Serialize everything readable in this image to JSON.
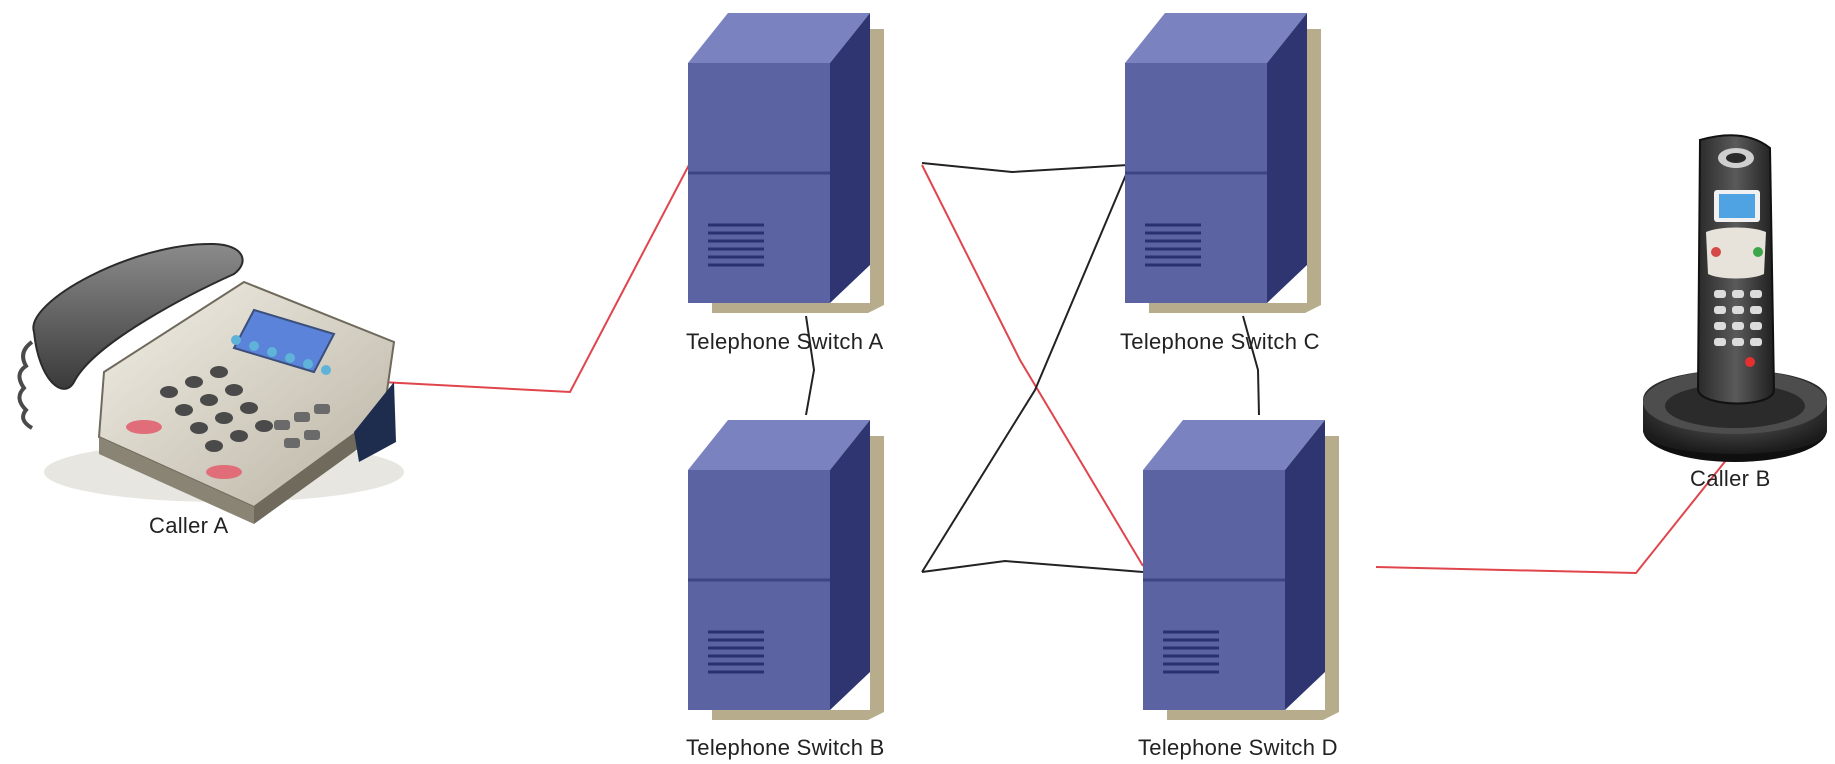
{
  "diagram": {
    "nodes": {
      "caller_a": {
        "label": "Caller A",
        "kind": "desk-phone"
      },
      "caller_b": {
        "label": "Caller B",
        "kind": "cordless-phone"
      },
      "switch_a": {
        "label": "Telephone Switch A",
        "kind": "switch"
      },
      "switch_b": {
        "label": "Telephone Switch B",
        "kind": "switch"
      },
      "switch_c": {
        "label": "Telephone Switch C",
        "kind": "switch"
      },
      "switch_d": {
        "label": "Telephone Switch D",
        "kind": "switch"
      }
    },
    "links": [
      {
        "from": "caller_a",
        "to": "switch_a",
        "active": true
      },
      {
        "from": "switch_a",
        "to": "switch_d",
        "active": true
      },
      {
        "from": "switch_d",
        "to": "caller_b",
        "active": true
      },
      {
        "from": "switch_a",
        "to": "switch_c",
        "active": false
      },
      {
        "from": "switch_a",
        "to": "switch_b",
        "active": false
      },
      {
        "from": "switch_b",
        "to": "switch_c",
        "active": false
      },
      {
        "from": "switch_b",
        "to": "switch_d",
        "active": false
      },
      {
        "from": "switch_c",
        "to": "switch_d",
        "active": false
      }
    ]
  },
  "colors": {
    "active_link": "#e0454c",
    "inactive_link": "#222222",
    "switch_front": "#5b63a3",
    "switch_side": "#2e3570",
    "switch_top": "#7b82c0",
    "switch_shadow": "#b7ad8d"
  }
}
